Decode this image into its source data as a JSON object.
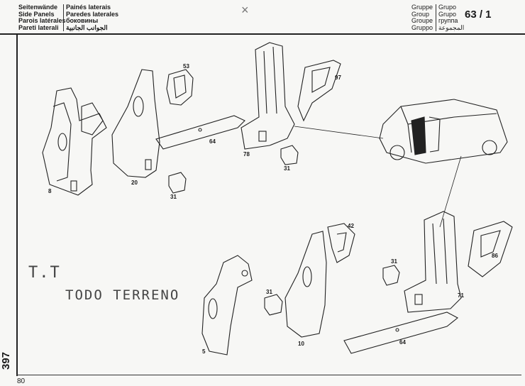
{
  "header": {
    "title_lines": [
      "Seitenwände",
      "Side Panels",
      "Parois latérales",
      "Pareti laterali"
    ],
    "title_lines_2": [
      "Painés laterais",
      "Paredes laterales",
      "боковины",
      "الجوانب الجانبية"
    ],
    "group_lines": [
      "Gruppe",
      "Group",
      "Groupe",
      "Gruppo"
    ],
    "group_lines_2": [
      "Grupo",
      "Grupo",
      "группа",
      "المجموعة"
    ],
    "group_number": "63 / 1"
  },
  "callouts": {
    "p53": "53",
    "p97": "97",
    "p64a": "64",
    "p78": "78",
    "p31a": "31",
    "p8": "8",
    "p20": "20",
    "p31b": "31",
    "p42": "42",
    "p31c": "31",
    "p31d": "31",
    "p86": "86",
    "p71": "71",
    "p5": "5",
    "p10": "10",
    "p64b": "64"
  },
  "stamp": {
    "abbr": "T.T",
    "text": "TODO TERRENO"
  },
  "page_side_number": "397",
  "page_number": "80"
}
